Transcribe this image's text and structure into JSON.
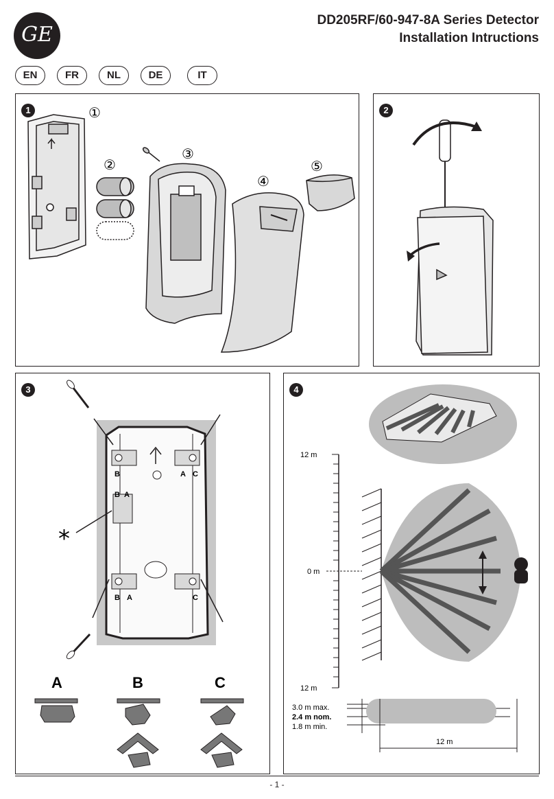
{
  "header": {
    "logo_text": "GE",
    "title_line1": "DD205RF/60-947-8A Series Detector",
    "title_line2": "Installation Intructions"
  },
  "languages": [
    "EN",
    "FR",
    "NL",
    "DE",
    "IT"
  ],
  "panel1": {
    "step": "1",
    "callouts": [
      "①",
      "②",
      "③",
      "④",
      "⑤"
    ]
  },
  "panel2": {
    "step": "2"
  },
  "panel3": {
    "step": "3",
    "mount_labels": {
      "top_left": "B",
      "top_right_a": "A",
      "top_right_c": "C",
      "mid_b": "B",
      "mid_a": "A",
      "bottom_left_b": "B",
      "bottom_left_a": "A",
      "bottom_right": "C"
    },
    "asterisk": "*",
    "options": [
      "A",
      "B",
      "C"
    ]
  },
  "panel4": {
    "step": "4",
    "scale_top": "12 m",
    "scale_mid": "0 m",
    "scale_bottom": "12 m",
    "height_max": "3.0 m max.",
    "height_nom": "2.4 m nom.",
    "height_min": "1.8 m min.",
    "range": "12 m"
  },
  "footer": {
    "page": "- 1 -"
  }
}
